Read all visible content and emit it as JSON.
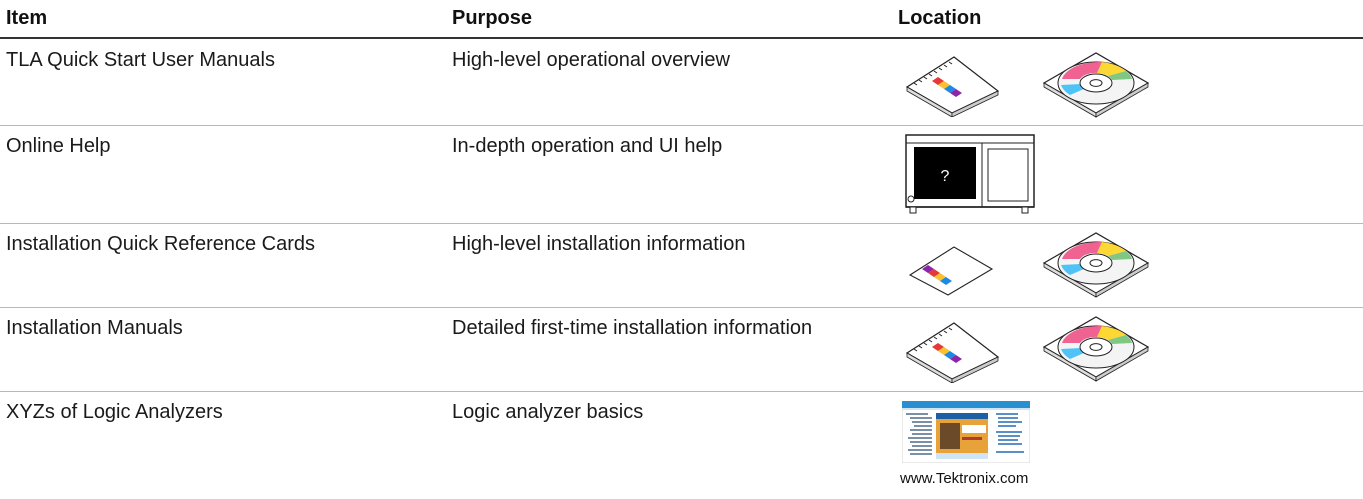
{
  "table": {
    "headers": [
      "Item",
      "Purpose",
      "Location"
    ],
    "rows": [
      {
        "item": "TLA Quick Start User Manuals",
        "purpose": "High-level operational overview",
        "location_icons": [
          "manual-icon",
          "cd-icon"
        ]
      },
      {
        "item": "Online Help",
        "purpose": "In-depth operation and UI help",
        "location_icons": [
          "instrument-help-screen-icon"
        ],
        "help_glyph": "?"
      },
      {
        "item": "Installation Quick Reference Cards",
        "purpose": "High-level installation information",
        "location_icons": [
          "reference-card-icon",
          "cd-icon"
        ]
      },
      {
        "item": "Installation Manuals",
        "purpose": "Detailed first-time installation information",
        "location_icons": [
          "manual-icon",
          "cd-icon"
        ]
      },
      {
        "item": "XYZs of Logic Analyzers",
        "purpose": "Logic analyzer basics",
        "location_icons": [
          "website-screenshot-icon"
        ],
        "location_caption": "www.Tektronix.com"
      }
    ]
  },
  "colors": {
    "header_rule": "#333333",
    "row_rule": "#b8b8b8",
    "web_header": "#2a8fd0"
  }
}
